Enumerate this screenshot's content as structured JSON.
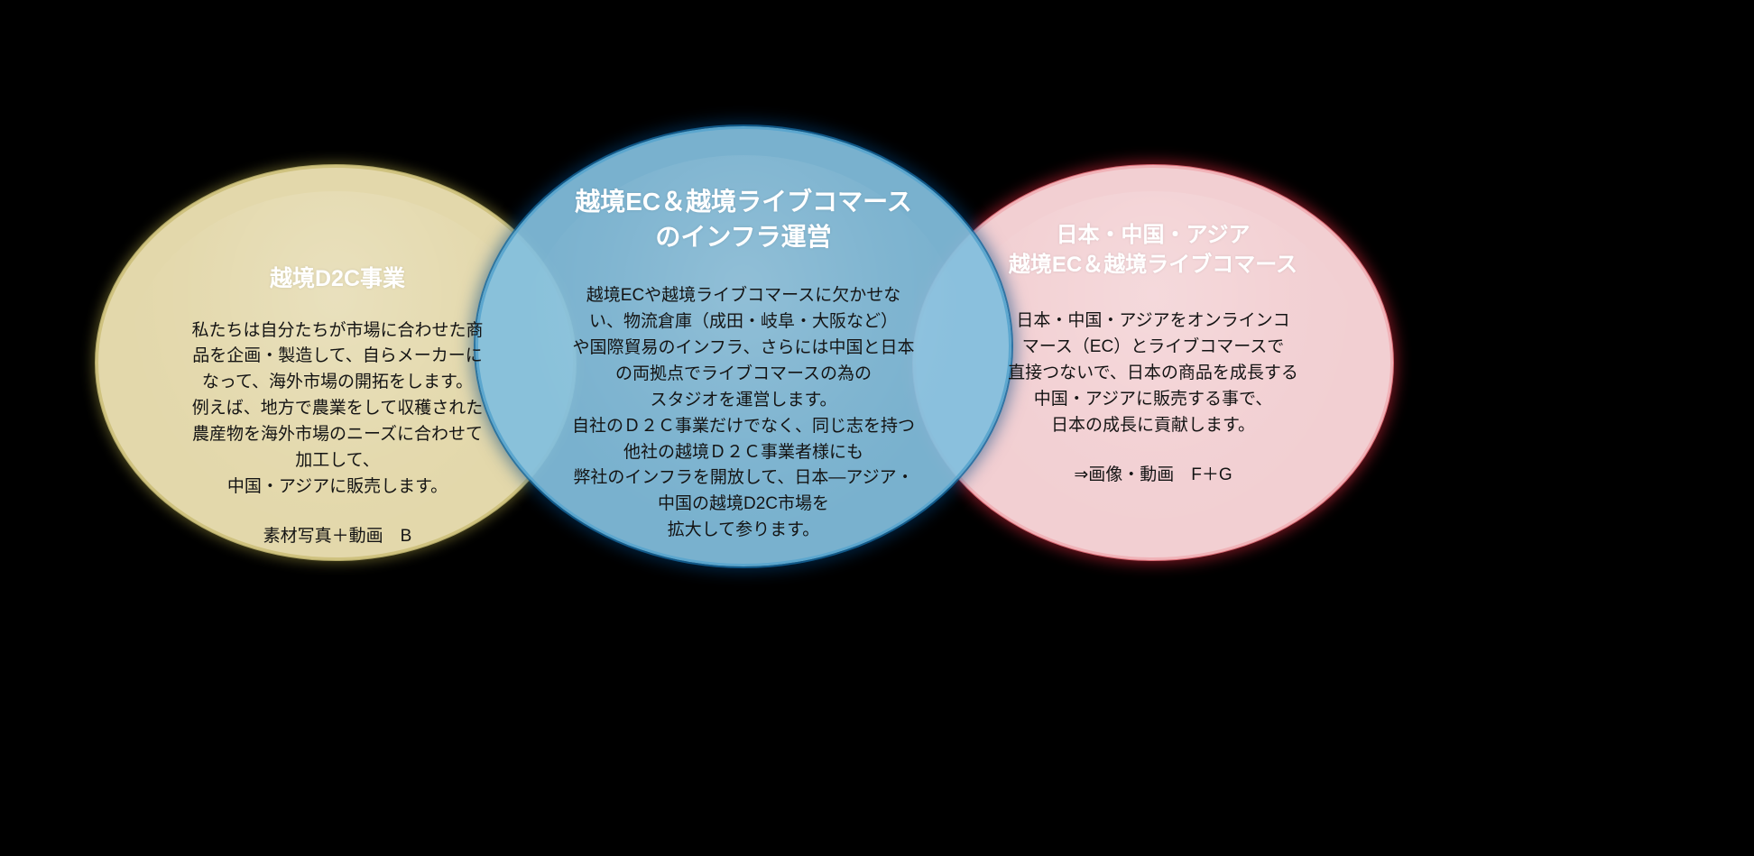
{
  "diagram": {
    "type": "venn-three-overlapping-ellipses",
    "background_color": "#000000",
    "ellipses": [
      {
        "id": "left",
        "fill_color": "#e3d8ab",
        "outline_color": "#cfc27f",
        "title": "越境D2C事業",
        "body": "私たちは自分たちが市場に合わせた商\n品を企画・製造して、自らメーカーに\nなって、海外市場の開拓をします。\n例えば、地方で農業をして収穫された\n農産物を海外市場のニーズに合わせて\n加工して、\n中国・アジアに販売します。",
        "note": "素材写真＋動画　B"
      },
      {
        "id": "center",
        "fill_color": "#82bede",
        "outline_color": "#1469a0",
        "title": "越境EC＆越境ライブコマース\nのインフラ運営",
        "body": "越境ECや越境ライブコマースに欠かせな\nい、物流倉庫（成田・岐阜・大阪など）\nや国際貿易のインフラ、さらには中国と日本\nの両拠点でライブコマースの為の\nスタジオを運営します。\n自社のＤ２Ｃ事業だけでなく、同じ志を持つ\n他社の越境Ｄ２Ｃ事業者様にも\n弊社のインフラを開放して、日本―アジア・\n中国の越境D2C市場を\n拡大して参ります。",
        "note": ""
      },
      {
        "id": "right",
        "fill_color": "#f2cfd2",
        "outline_color": "#e8333f",
        "title": "日本・中国・アジア\n越境EC＆越境ライブコマース",
        "body": "日本・中国・アジアをオンラインコ\nマース（EC）とライブコマースで\n直接つないで、日本の商品を成長する\n中国・アジアに販売する事で、\n日本の成長に貢献します。",
        "note": "⇒画像・動画　F＋G"
      }
    ]
  }
}
